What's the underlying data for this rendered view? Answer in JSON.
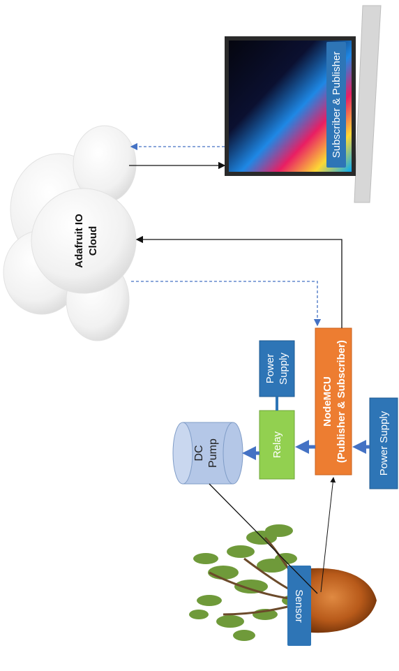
{
  "cloud": {
    "line1": "Adafruit IO",
    "line2": "Cloud"
  },
  "laptop": {
    "label": "Subscriber & Publisher"
  },
  "nodemcu": {
    "line1": "NodeMCU",
    "line2": "(Publisher & Subscriber)"
  },
  "relay": {
    "label": "Relay"
  },
  "pump": {
    "line1": "DC",
    "line2": "Pump"
  },
  "relay_power": {
    "line1": "Power",
    "line2": "Supply"
  },
  "node_power": {
    "label": "Power Supply"
  },
  "sensor": {
    "label": "Sensor"
  },
  "colors": {
    "nodemcu": "#ed7d31",
    "relay": "#92d050",
    "power": "#2e75b6",
    "pump": "#b4c7e7",
    "arrow_blue": "#4472c4",
    "pot": "#b85a1a"
  }
}
